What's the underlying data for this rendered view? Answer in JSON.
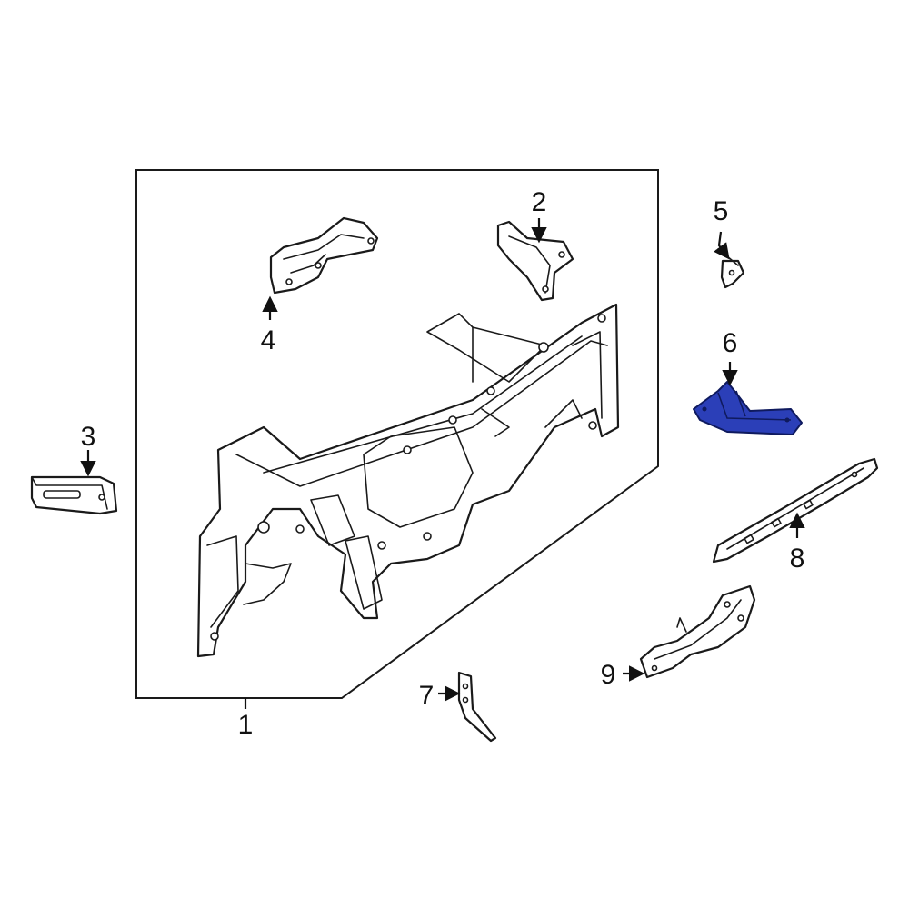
{
  "diagram": {
    "highlight_color": "#2b3fb8",
    "callouts": {
      "c1": "1",
      "c2": "2",
      "c3": "3",
      "c4": "4",
      "c5": "5",
      "c6": "6",
      "c7": "7",
      "c8": "8",
      "c9": "9"
    }
  }
}
